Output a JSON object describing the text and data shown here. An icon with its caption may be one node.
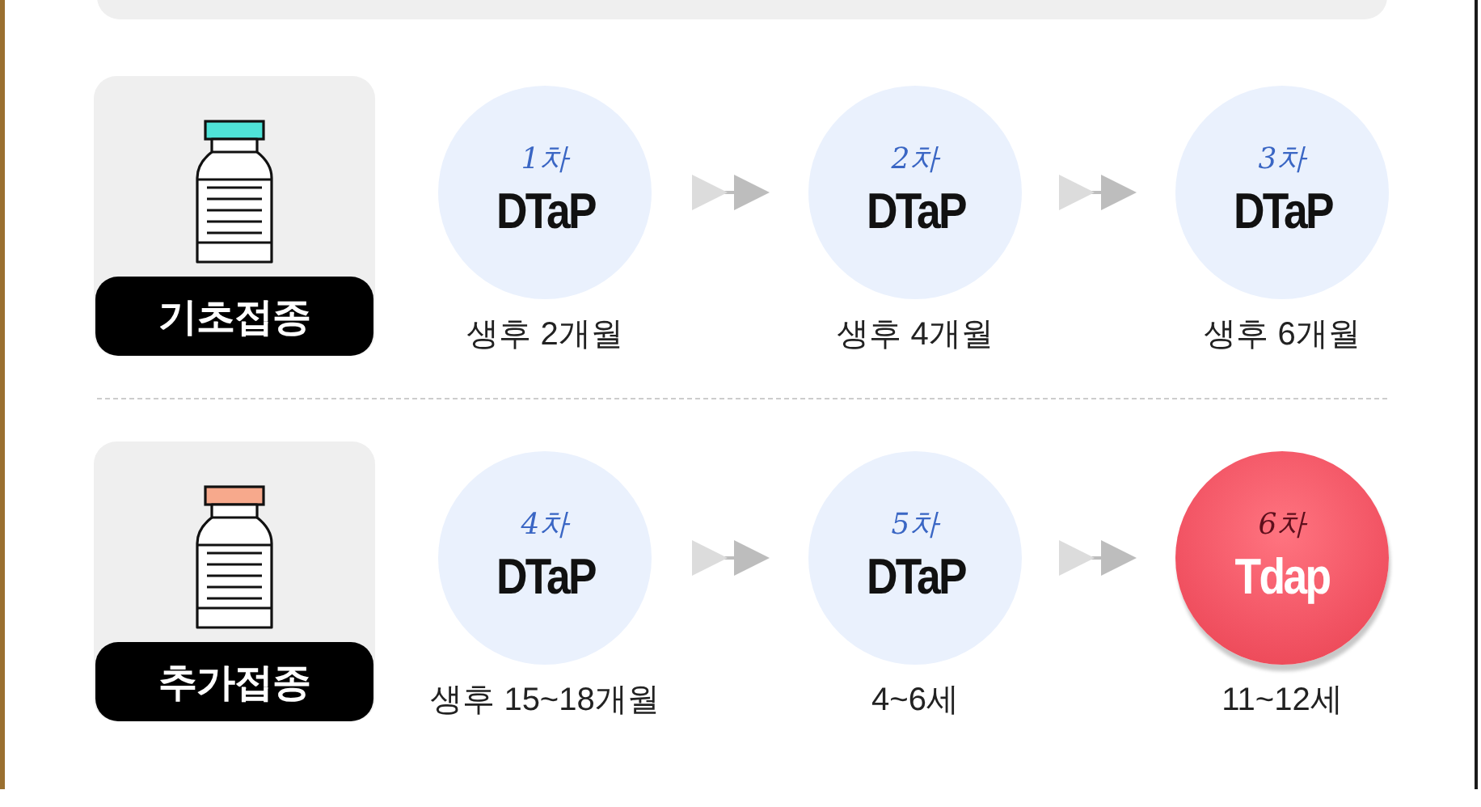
{
  "diagram": {
    "nodes": [
      {
        "text": [
          "기초접종"
        ]
      },
      {
        "text": [
          "1차",
          "DTaP"
        ],
        "beside": [
          "생후 2개월"
        ]
      },
      {
        "text": [
          "2차",
          "DTaP"
        ],
        "beside": [
          "생후 4개월"
        ]
      },
      {
        "text": [
          "3차",
          "DTaP"
        ],
        "beside": [
          "생후 6개월"
        ]
      },
      {
        "text": [
          "추가접종"
        ]
      },
      {
        "text": [
          "4차",
          "DTaP"
        ],
        "beside": [
          "생후 15~18개월"
        ]
      },
      {
        "text": [
          "5차",
          "DTaP"
        ],
        "beside": [
          "4~6세"
        ]
      },
      {
        "text": [
          "6차",
          "Tdap"
        ],
        "beside": [
          "11~12세"
        ]
      }
    ],
    "edges": [
      {
        "from": 1,
        "to": 2,
        "arrow": "to"
      },
      {
        "from": 2,
        "to": 3,
        "arrow": "to"
      },
      {
        "from": 5,
        "to": 6,
        "arrow": "to"
      },
      {
        "from": 6,
        "to": 7,
        "arrow": "to"
      }
    ]
  }
}
